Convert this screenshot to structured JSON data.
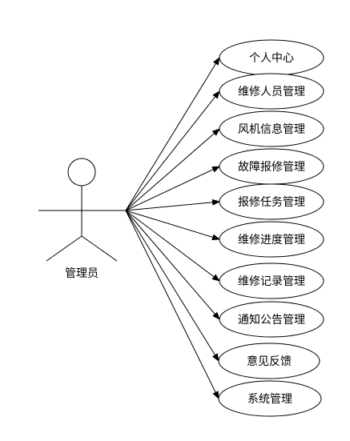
{
  "actor": {
    "label": "管理员"
  },
  "use_cases": [
    {
      "label": "个人中心"
    },
    {
      "label": "维修人员管理"
    },
    {
      "label": "风机信息管理"
    },
    {
      "label": "故障报修管理"
    },
    {
      "label": "报修任务管理"
    },
    {
      "label": "维修进度管理"
    },
    {
      "label": "维修记录管理"
    },
    {
      "label": "通知公告管理"
    },
    {
      "label": "意见反馈"
    },
    {
      "label": "系统管理"
    }
  ],
  "colors": {
    "stroke": "#000000",
    "background": "#ffffff"
  }
}
